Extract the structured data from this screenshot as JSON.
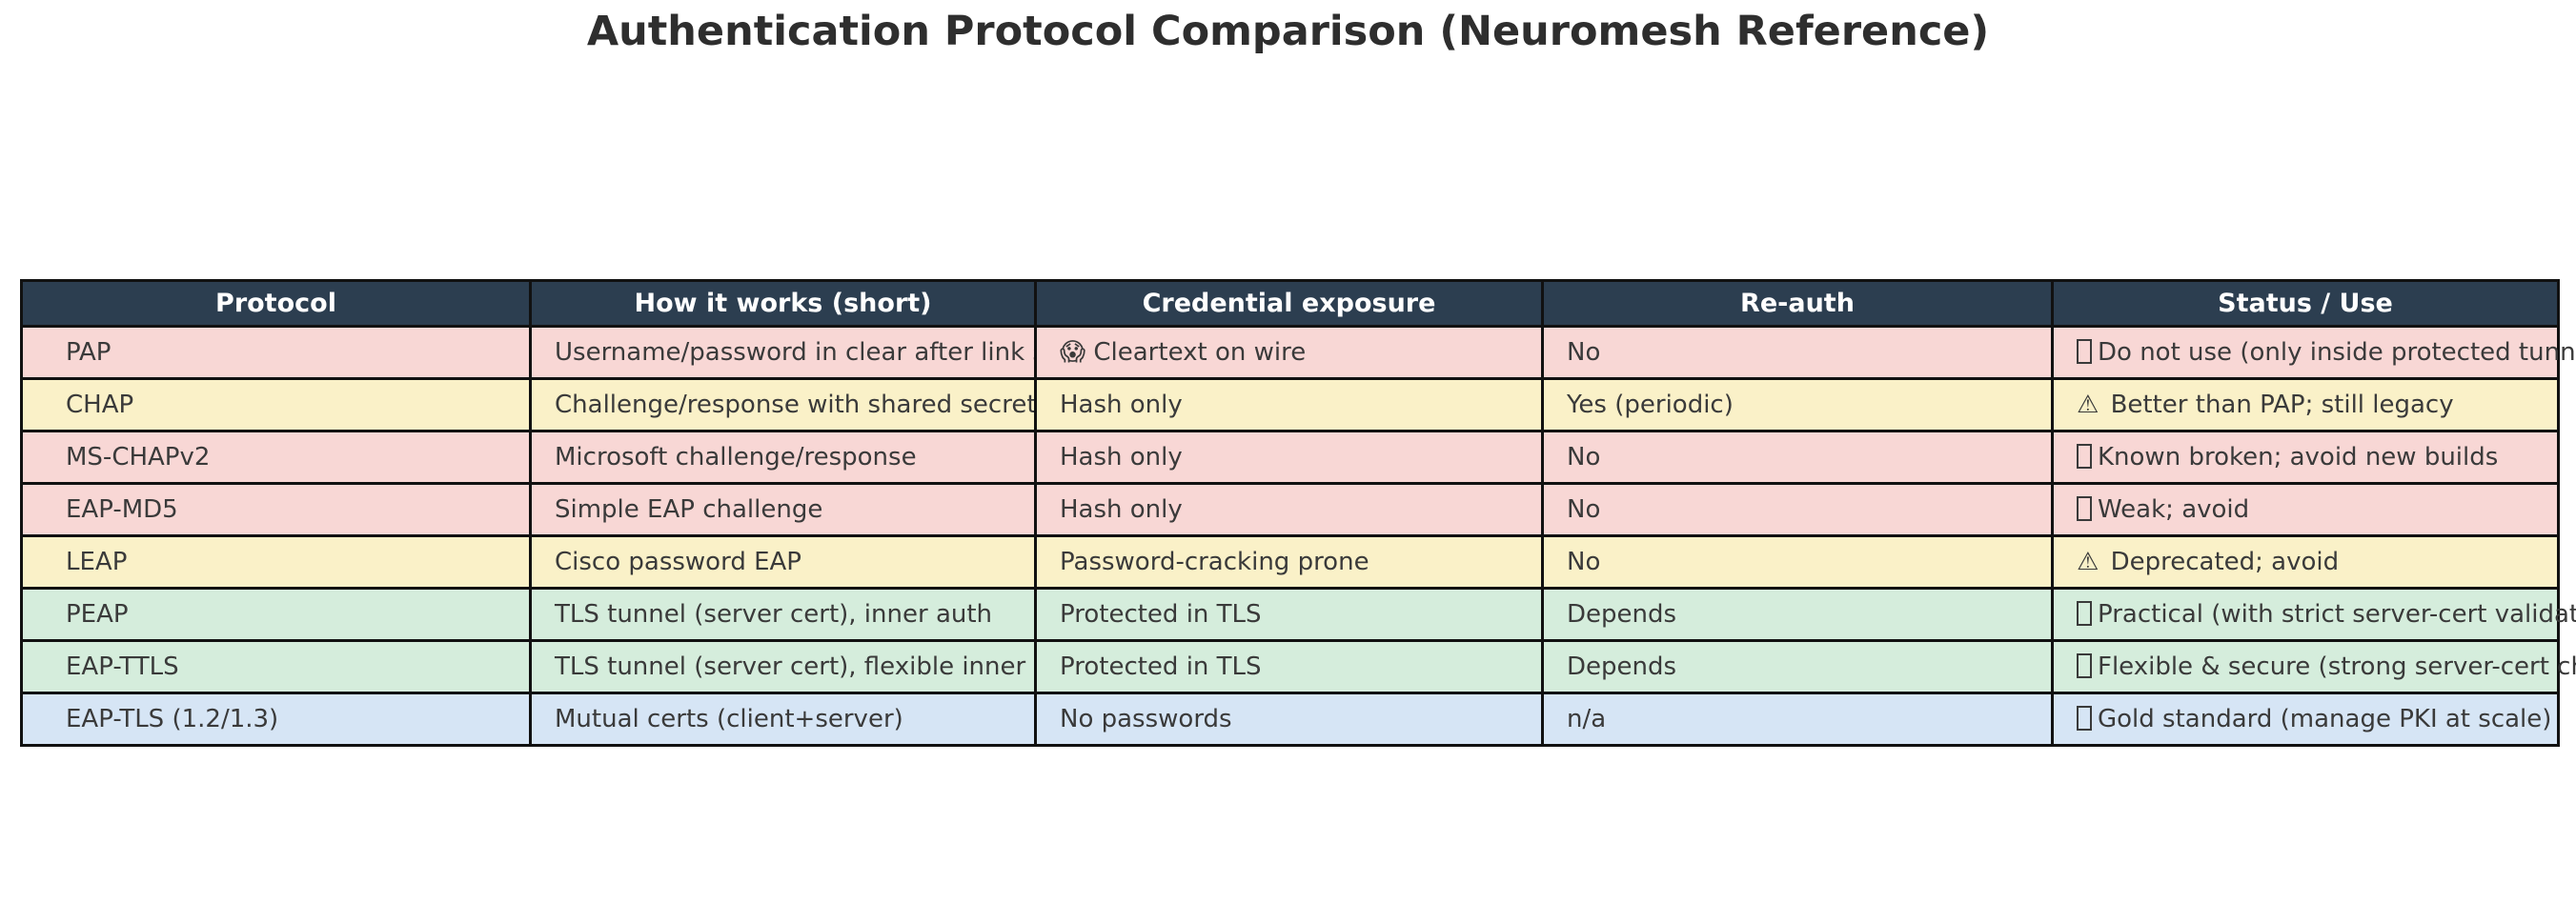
{
  "title": "Authentication Protocol Comparison (Neuromesh Reference)",
  "table": {
    "columns": [
      {
        "key": "protocol",
        "label": "Protocol"
      },
      {
        "key": "how",
        "label": "How it works (short)"
      },
      {
        "key": "exposure",
        "label": "Credential exposure"
      },
      {
        "key": "reauth",
        "label": "Re-auth"
      },
      {
        "key": "status",
        "label": "Status / Use"
      }
    ],
    "colors": {
      "header_bg": "#2c3e50",
      "header_fg": "#ffffff",
      "row_red": "#f8d7d5",
      "row_yellow": "#faf1c8",
      "row_green": "#d5eddc",
      "row_blue": "#d6e5f5",
      "border": "#111111",
      "text": "#3a3a3a",
      "title": "#2e2e2e"
    },
    "rows": [
      {
        "tone": "red",
        "protocol": "PAP",
        "how": "Username/password in clear after link setup",
        "exposure_icon": "screaming-face-emoji",
        "exposure_glyph": "😱",
        "exposure": "Cleartext on wire",
        "reauth": "No",
        "status_icon": "cross-mark-emoji",
        "status_glyph": "tofu",
        "status": "Do not use (only inside protected tunnels)"
      },
      {
        "tone": "yellow",
        "protocol": "CHAP",
        "how": "Challenge/response with shared secret",
        "exposure_icon": "none",
        "exposure_glyph": "",
        "exposure": "Hash only",
        "reauth": "Yes (periodic)",
        "status_icon": "warning-triangle-icon",
        "status_glyph": "⚠",
        "status": "Better than PAP; still legacy"
      },
      {
        "tone": "red",
        "protocol": "MS-CHAPv2",
        "how": "Microsoft challenge/response",
        "exposure_icon": "none",
        "exposure_glyph": "",
        "exposure": "Hash only",
        "reauth": "No",
        "status_icon": "cross-mark-emoji",
        "status_glyph": "tofu",
        "status": "Known broken; avoid new builds"
      },
      {
        "tone": "red",
        "protocol": "EAP-MD5",
        "how": "Simple EAP challenge",
        "exposure_icon": "none",
        "exposure_glyph": "",
        "exposure": "Hash only",
        "reauth": "No",
        "status_icon": "cross-mark-emoji",
        "status_glyph": "tofu",
        "status": "Weak; avoid"
      },
      {
        "tone": "yellow",
        "protocol": "LEAP",
        "how": "Cisco password EAP",
        "exposure_icon": "none",
        "exposure_glyph": "",
        "exposure": "Password-cracking prone",
        "reauth": "No",
        "status_icon": "warning-triangle-icon",
        "status_glyph": "⚠",
        "status": "Deprecated; avoid"
      },
      {
        "tone": "green",
        "protocol": "PEAP",
        "how": "TLS tunnel (server cert), inner auth",
        "exposure_icon": "none",
        "exposure_glyph": "",
        "exposure": "Protected in TLS",
        "reauth": "Depends",
        "status_icon": "check-mark-emoji",
        "status_glyph": "tofu",
        "status": "Practical (with strict server-cert validation)"
      },
      {
        "tone": "green",
        "protocol": "EAP-TTLS",
        "how": "TLS tunnel (server cert), flexible inner",
        "exposure_icon": "none",
        "exposure_glyph": "",
        "exposure": "Protected in TLS",
        "reauth": "Depends",
        "status_icon": "check-mark-emoji",
        "status_glyph": "tofu",
        "status": "Flexible & secure (strong server-cert checks)"
      },
      {
        "tone": "blue",
        "protocol": "EAP-TLS (1.2/1.3)",
        "how": "Mutual certs (client+server)",
        "exposure_icon": "none",
        "exposure_glyph": "",
        "exposure": "No passwords",
        "reauth": "n/a",
        "status_icon": "check-mark-emoji",
        "status_glyph": "tofu",
        "status": "Gold standard (manage PKI at scale)"
      }
    ]
  }
}
